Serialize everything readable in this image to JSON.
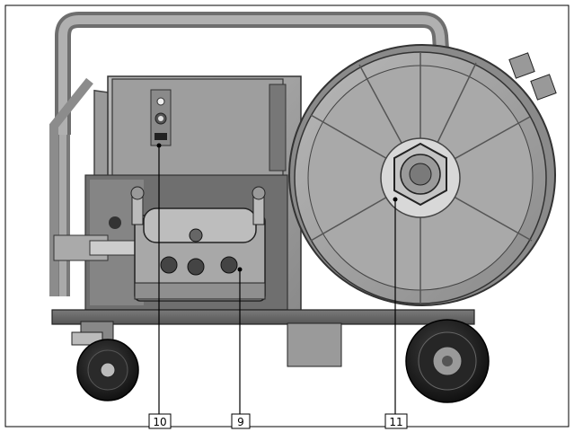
{
  "callouts": [
    {
      "label": "10",
      "part": "control-panel"
    },
    {
      "label": "9",
      "part": "wire-feed-rollers"
    },
    {
      "label": "11",
      "part": "wire-spool-hub"
    }
  ]
}
